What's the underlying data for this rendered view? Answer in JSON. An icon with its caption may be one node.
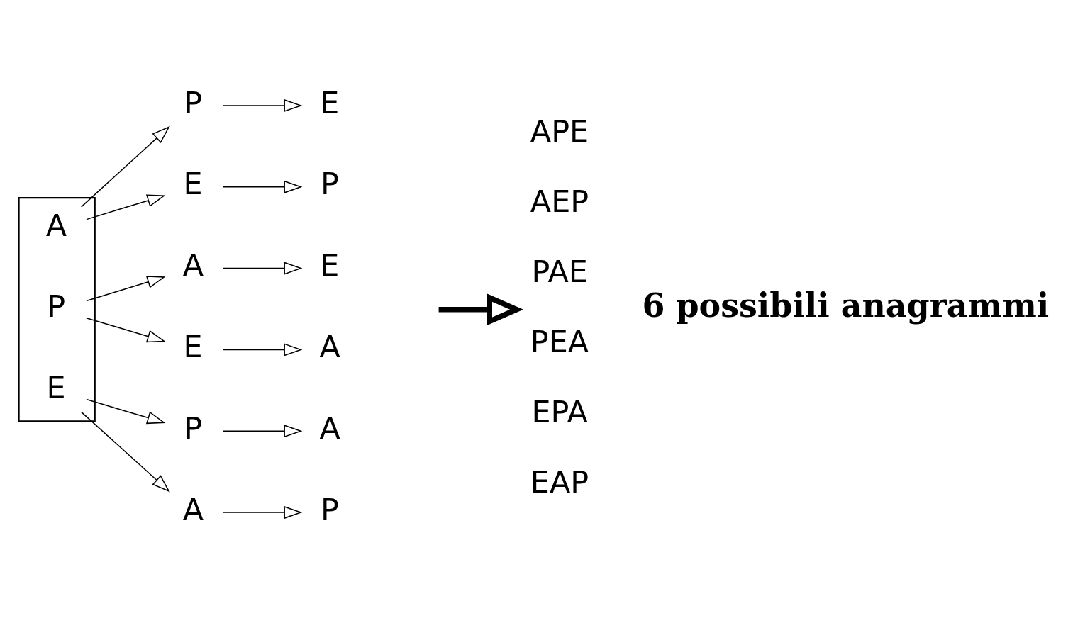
{
  "diagram": {
    "nodes": [
      {
        "text": [],
        "shape": "box"
      },
      {
        "text": [
          "A"
        ],
        "in": 0
      },
      {
        "text": [
          "P"
        ],
        "in": 0
      },
      {
        "text": [
          "E"
        ],
        "in": 0
      },
      {
        "text": [
          "P"
        ]
      },
      {
        "text": [
          "E"
        ]
      },
      {
        "text": [
          "A"
        ]
      },
      {
        "text": [
          "E"
        ]
      },
      {
        "text": [
          "P"
        ]
      },
      {
        "text": [
          "A"
        ]
      },
      {
        "text": [
          "E"
        ]
      },
      {
        "text": [
          "P"
        ]
      },
      {
        "text": [
          "E"
        ]
      },
      {
        "text": [
          "A"
        ]
      },
      {
        "text": [
          "A"
        ]
      },
      {
        "text": [
          "P"
        ]
      },
      {
        "text": [
          "APE",
          "AEP",
          "PAE",
          "PEA",
          "EPA",
          "EAP"
        ],
        "beside": [
          "6 possibili anagrammi"
        ]
      }
    ],
    "edges": [
      {
        "from": 1,
        "to": 4,
        "arrow": "to"
      },
      {
        "from": 1,
        "to": 5,
        "arrow": "to"
      },
      {
        "from": 2,
        "to": 6,
        "arrow": "to"
      },
      {
        "from": 2,
        "to": 7,
        "arrow": "to"
      },
      {
        "from": 3,
        "to": 8,
        "arrow": "to"
      },
      {
        "from": 3,
        "to": 9,
        "arrow": "to"
      },
      {
        "from": 4,
        "to": 10,
        "arrow": "to"
      },
      {
        "from": 5,
        "to": 11,
        "arrow": "to"
      },
      {
        "from": 6,
        "to": 12,
        "arrow": "to"
      },
      {
        "from": 7,
        "to": 13,
        "arrow": "to"
      },
      {
        "from": 8,
        "to": 14,
        "arrow": "to"
      },
      {
        "from": 9,
        "to": 15,
        "arrow": "to"
      },
      {
        "from": null,
        "to": 16,
        "arrow": "to",
        "style": "thick"
      }
    ]
  }
}
